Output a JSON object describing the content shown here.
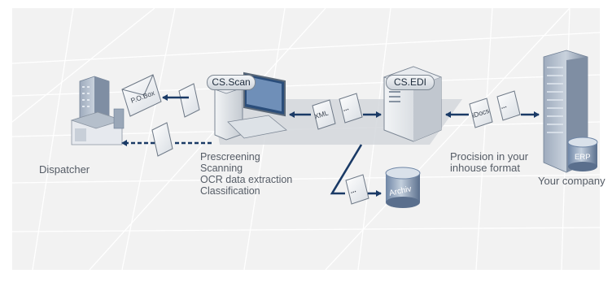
{
  "diagram": {
    "nodes": {
      "dispatcher": {
        "label": "Dispatcher",
        "pobox": "P.O.Box"
      },
      "scan": {
        "label": "CS.Scan",
        "steps": [
          "Prescreening",
          "Scanning",
          "OCR data extraction",
          "Classification"
        ]
      },
      "edi": {
        "label": "CS.EDI"
      },
      "archive": {
        "label": "Archiv"
      },
      "company": {
        "label": "Your company",
        "erp": "ERP"
      }
    },
    "formats": {
      "xml": "XML",
      "idocs": "iDocs",
      "dots": "..."
    },
    "caption_inhouse": [
      "Procision in your",
      "inhouse format"
    ],
    "colors": {
      "arrow": "#1a3a66",
      "platform": "#d3d7dc",
      "building": "#8797ab",
      "background": "#f2f2f2"
    }
  }
}
